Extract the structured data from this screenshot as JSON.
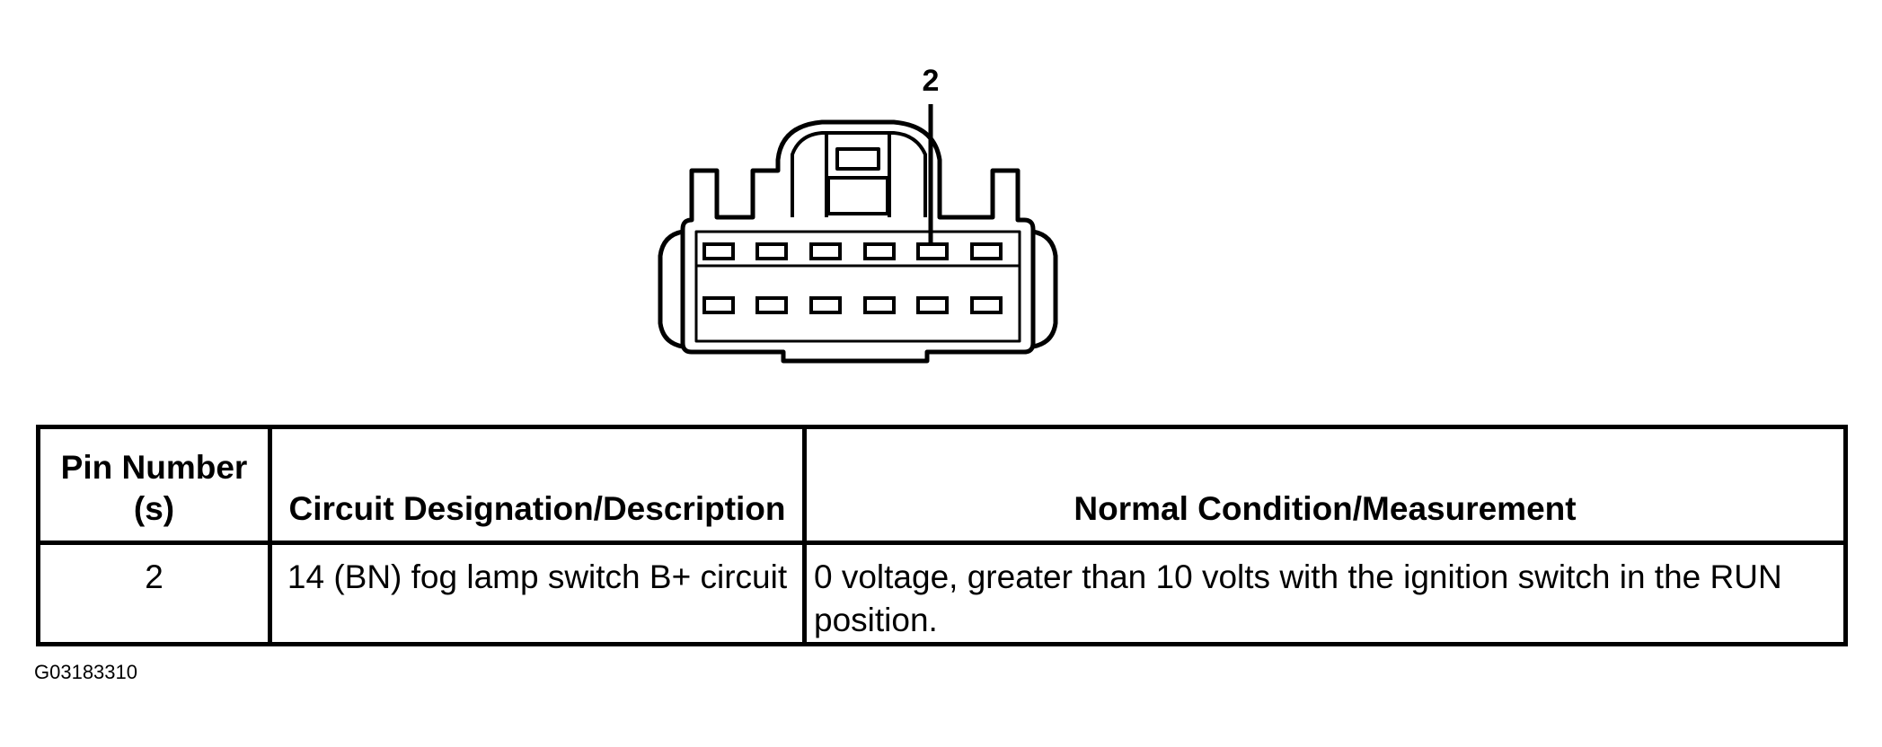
{
  "connector": {
    "callout_label": "2"
  },
  "table": {
    "headers": {
      "pin": "Pin Number (s)",
      "circuit": "Circuit Designation/Description",
      "condition": "Normal Condition/Measurement"
    },
    "rows": [
      {
        "pin": "2",
        "circuit": "14 (BN) fog lamp switch B+ circuit",
        "condition": "0 voltage, greater than 10 volts with the ignition switch in the RUN position."
      }
    ]
  },
  "figure_id": "G03183310"
}
